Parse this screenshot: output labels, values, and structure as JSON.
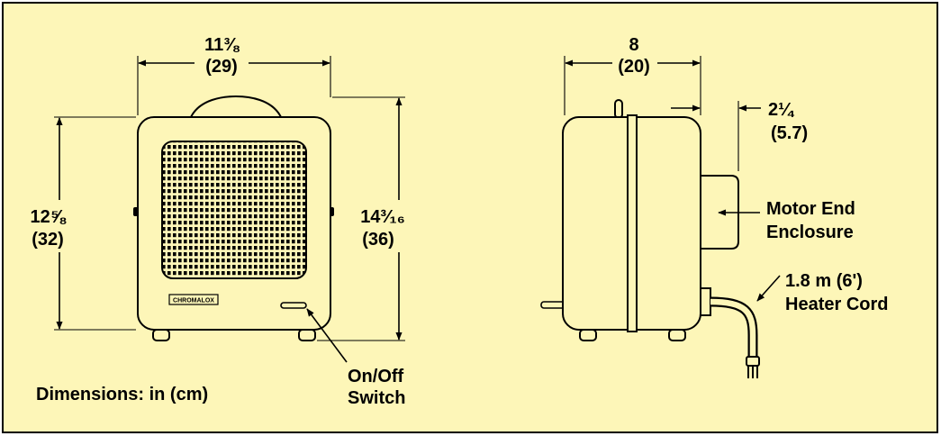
{
  "colors": {
    "background": "#fdf6b8",
    "border": "#000000",
    "outline": "#000000"
  },
  "front_view": {
    "width_in": "11⅜",
    "width_cm": "(29)",
    "height_in": "12⅝",
    "height_cm": "(32)",
    "total_height_in": "14³⁄₁₆",
    "total_height_cm": "(36)",
    "brand_label": "CHROMALOX",
    "switch_label_line1": "On/Off",
    "switch_label_line2": "Switch"
  },
  "side_view": {
    "depth_in": "8",
    "depth_cm": "(20)",
    "motor_depth_in": "2¼",
    "motor_depth_cm": "(5.7)",
    "motor_label_line1": "Motor End",
    "motor_label_line2": "Enclosure",
    "cord_label_line1": "1.8 m (6')",
    "cord_label_line2": "Heater Cord"
  },
  "footer": {
    "units_note": "Dimensions: in (cm)"
  }
}
